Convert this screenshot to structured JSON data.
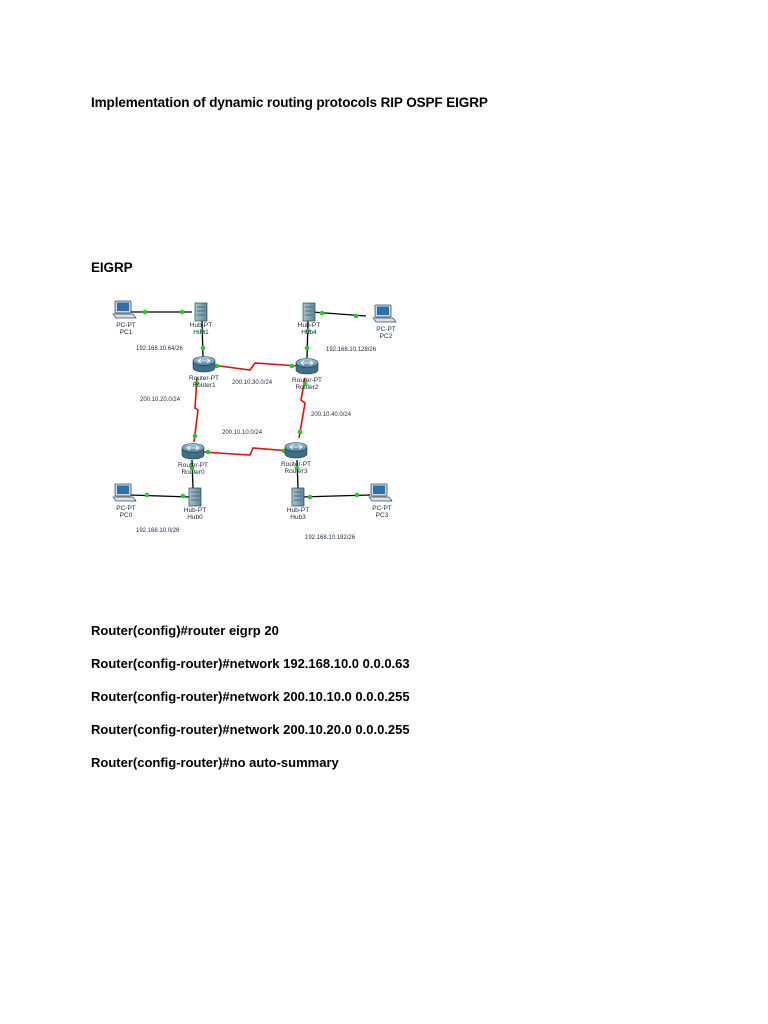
{
  "document": {
    "title": "Implementation of dynamic routing protocols RIP OSPF EIGRP",
    "section_heading": "EIGRP",
    "commands": [
      "Router(config)#router eigrp 20",
      "Router(config-router)#network 192.168.10.0 0.0.0.63",
      "Router(config-router)#network 200.10.10.0 0.0.0.255",
      "Router(config-router)#network 200.10.20.0 0.0.0.255",
      "Router(config-router)#no auto-summary"
    ]
  },
  "topology": {
    "devices": {
      "pc1": {
        "type": "PC-PT",
        "name": "PC1"
      },
      "pc2": {
        "type": "PC-PT",
        "name": "PC2"
      },
      "pc0": {
        "type": "PC-PT",
        "name": "PC0"
      },
      "pc3": {
        "type": "PC-PT",
        "name": "PC3"
      },
      "hub1": {
        "type": "Hub-PT",
        "name": "Hub1"
      },
      "hub4": {
        "type": "Hub-PT",
        "name": "Hub4"
      },
      "hub0": {
        "type": "Hub-PT",
        "name": "Hub0"
      },
      "hub3": {
        "type": "Hub-PT",
        "name": "Hub3"
      },
      "router1": {
        "type": "Router-PT",
        "name": "Router1"
      },
      "router2": {
        "type": "Router-PT",
        "name": "Router2"
      },
      "router0": {
        "type": "Router-PT",
        "name": "Router0"
      },
      "router3": {
        "type": "Router-PT",
        "name": "Router3"
      }
    },
    "networks": {
      "hub1_lan": "192.168.10.64/26",
      "hub4_lan": "192.168.10.128/26",
      "hub0_lan": "192.168.10.0/26",
      "hub3_lan": "192.168.10.192/26",
      "r1_r2": "200.10.30.0/24",
      "r1_r0": "200.10.20.0/24",
      "r2_r3": "200.10.40.0/24",
      "r0_r3": "200.10.10.0/24"
    },
    "colors": {
      "serial_link": "#e01010",
      "ethernet_link": "#000000",
      "link_up": "#22cc22",
      "router_body": "#6e9fb6",
      "hub_body": "#7fa5b3"
    }
  }
}
